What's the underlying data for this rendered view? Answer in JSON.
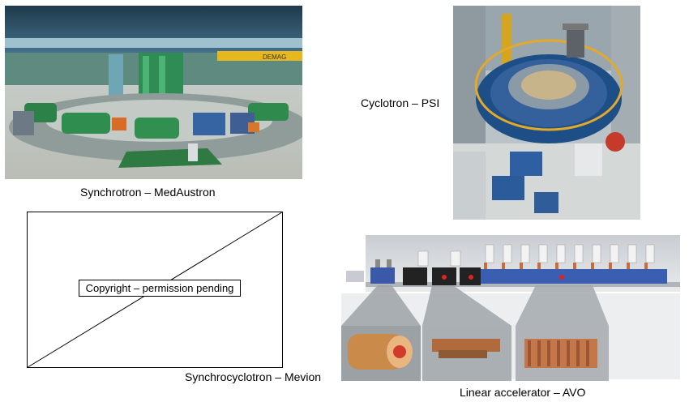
{
  "captions": {
    "synchrotron": "Synchrotron – MedAustron",
    "cyclotron": "Cyclotron – PSI",
    "synchrocyclotron": "Synchrocyclotron – Mevion",
    "linac": "Linear accelerator – AVO"
  },
  "placeholder": {
    "text": "Copyright – permission pending"
  },
  "photos": {
    "synchrotron_banner": "DEMAG"
  }
}
